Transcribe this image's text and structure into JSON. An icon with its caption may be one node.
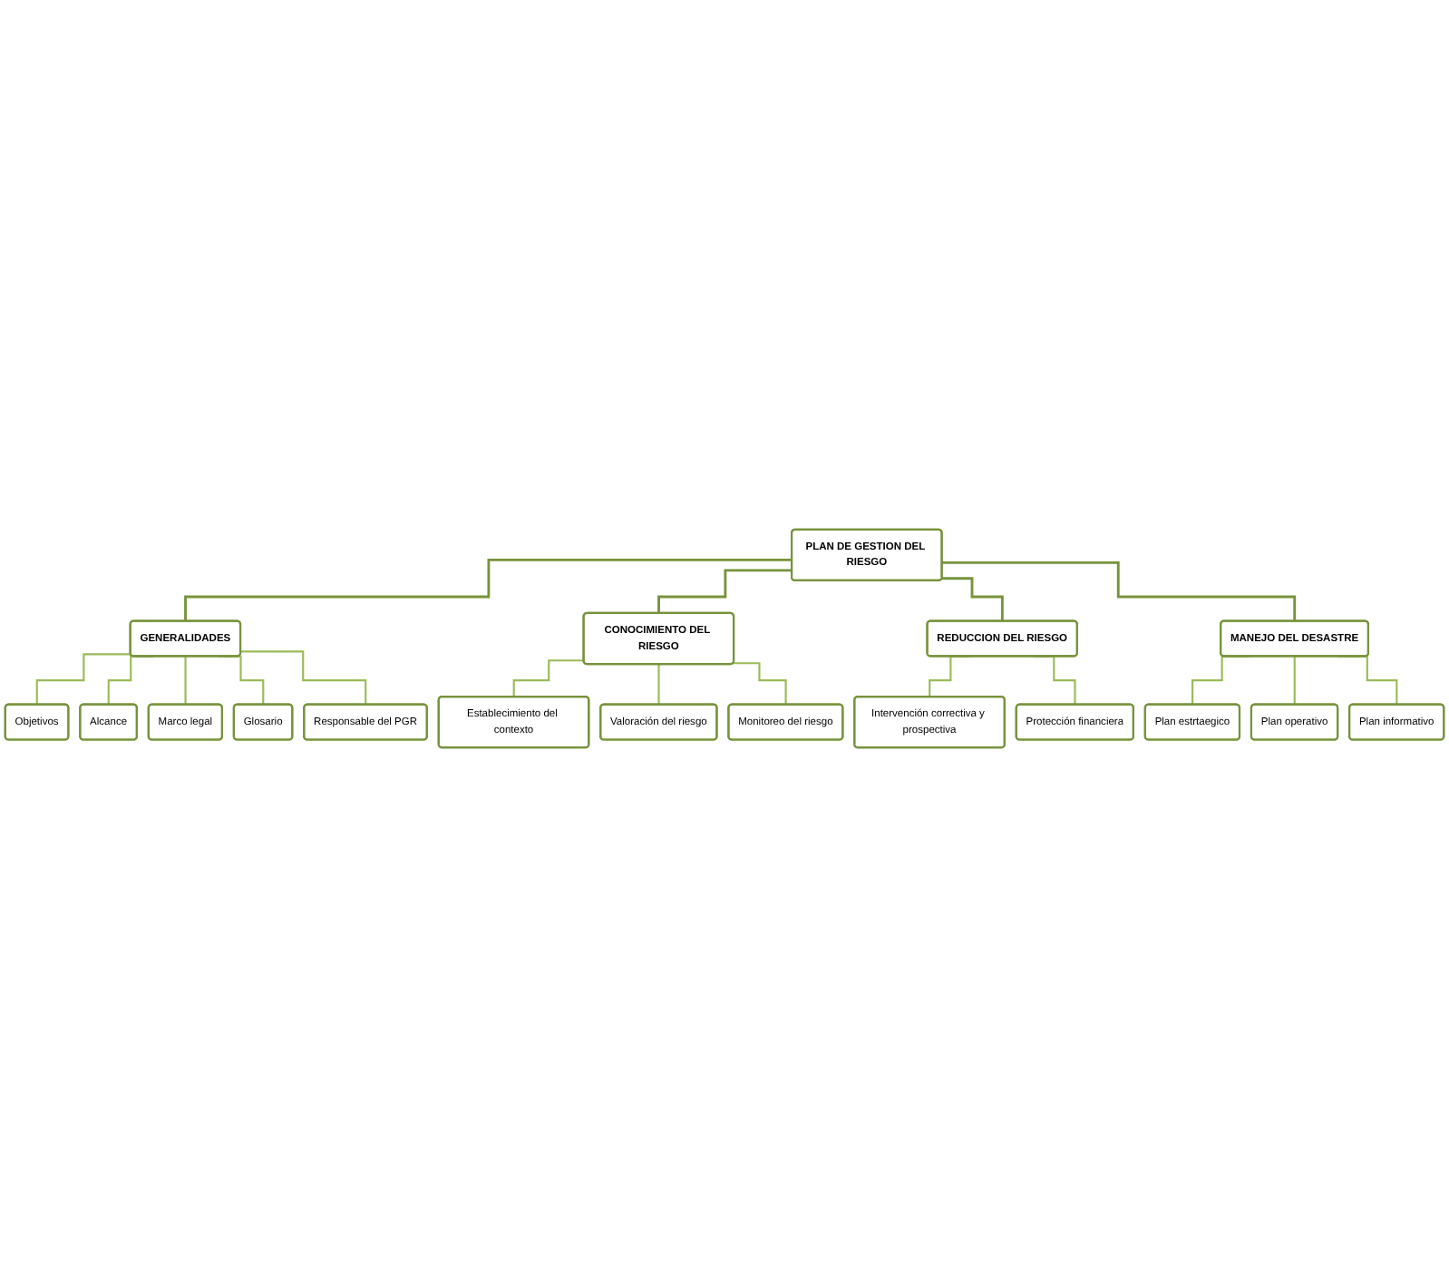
{
  "diagram": {
    "nodes": [
      {
        "text": [
          "PLAN DE GESTION DEL RIESGO"
        ]
      },
      {
        "text": [
          "GENERALIDADES"
        ]
      },
      {
        "text": [
          "CONOCIMIENTO DEL RIESGO"
        ]
      },
      {
        "text": [
          "REDUCCION DEL RIESGO"
        ]
      },
      {
        "text": [
          "MANEJO DEL DESASTRE"
        ]
      },
      {
        "text": [
          "Objetivos"
        ]
      },
      {
        "text": [
          "Alcance"
        ]
      },
      {
        "text": [
          "Marco legal"
        ]
      },
      {
        "text": [
          "Glosario"
        ]
      },
      {
        "text": [
          "Responsable del PGR"
        ]
      },
      {
        "text": [
          "Establecimiento del contexto"
        ]
      },
      {
        "text": [
          "Valoración del riesgo"
        ]
      },
      {
        "text": [
          "Monitoreo del riesgo"
        ]
      },
      {
        "text": [
          "Intervención correctiva y prospectiva"
        ]
      },
      {
        "text": [
          "Protección financiera"
        ]
      },
      {
        "text": [
          "Plan estrtaegico"
        ]
      },
      {
        "text": [
          "Plan operativo"
        ]
      },
      {
        "text": [
          "Plan informativo"
        ]
      }
    ],
    "edges": [
      {
        "from": 0,
        "to": 1,
        "arrow": "none",
        "color": "#77933c"
      },
      {
        "from": 0,
        "to": 2,
        "arrow": "none",
        "color": "#77933c"
      },
      {
        "from": 0,
        "to": 3,
        "arrow": "none",
        "color": "#77933c"
      },
      {
        "from": 0,
        "to": 4,
        "arrow": "none",
        "color": "#77933c"
      },
      {
        "from": 1,
        "to": 5,
        "arrow": "none"
      },
      {
        "from": 1,
        "to": 6,
        "arrow": "none"
      },
      {
        "from": 1,
        "to": 7,
        "arrow": "none"
      },
      {
        "from": 1,
        "to": 8,
        "arrow": "none"
      },
      {
        "from": 1,
        "to": 9,
        "arrow": "none"
      },
      {
        "from": 2,
        "to": 10,
        "arrow": "none"
      },
      {
        "from": 2,
        "to": 11,
        "arrow": "none"
      },
      {
        "from": 2,
        "to": 12,
        "arrow": "none"
      },
      {
        "from": 3,
        "to": 13,
        "arrow": "none"
      },
      {
        "from": 3,
        "to": 14,
        "arrow": "none"
      },
      {
        "from": 4,
        "to": 15,
        "arrow": "none"
      },
      {
        "from": 4,
        "to": 16,
        "arrow": "none"
      },
      {
        "from": 4,
        "to": 17,
        "arrow": "none"
      }
    ]
  }
}
